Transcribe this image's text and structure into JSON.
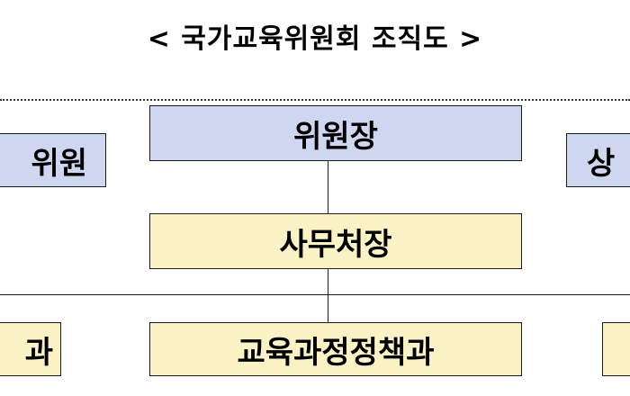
{
  "title": "< 국가교육위원회 조직도 >",
  "org_chart": {
    "chairperson": "위원장",
    "left_member_partial": "위원",
    "right_member_partial": "상",
    "secretary_general": "사무처장",
    "curriculum_division": "교육과정정책과",
    "left_division_partial": "과",
    "right_division_partial": ""
  },
  "colors": {
    "top_box_fill": "#cfd6f0",
    "secretariat_box_fill": "#fbf3c6",
    "border": "#1a1a1a"
  }
}
